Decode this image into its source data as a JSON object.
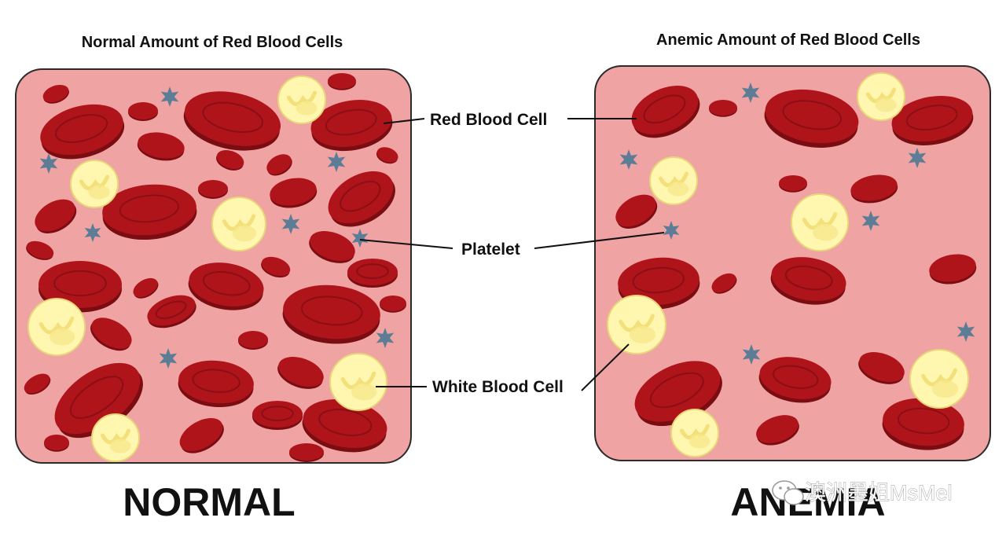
{
  "diagram": {
    "panels": [
      {
        "title": "Normal Amount of Red Blood Cells",
        "caption": "NORMAL"
      },
      {
        "title": "Anemic Amount of Red Blood Cells",
        "caption": "ANEMIA"
      }
    ],
    "callouts": {
      "red_blood_cell": "Red Blood Cell",
      "platelet": "Platelet",
      "white_blood_cell": "White Blood Cell"
    },
    "colors": {
      "plasma": "#f0a3a3",
      "red_cell": "#b0141b",
      "red_cell_dark": "#7a0d12",
      "white_cell": "#fff6b0",
      "platelet": "#5d7d96",
      "outline": "#2b2b2b"
    }
  },
  "watermark": {
    "text": "澳洲墨姐MsMel",
    "icon": "wechat-icon"
  }
}
